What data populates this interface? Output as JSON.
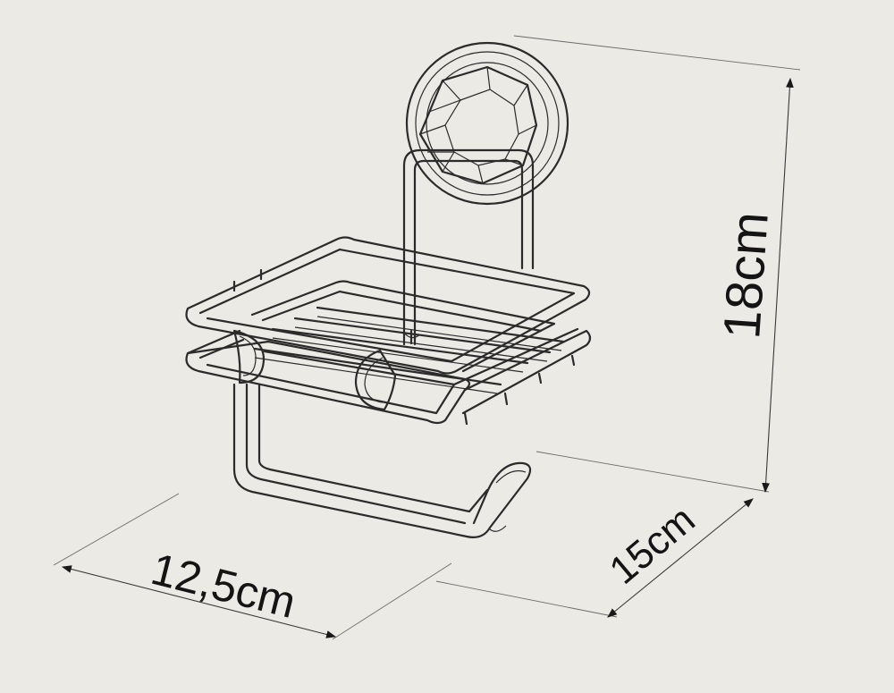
{
  "dimensions": {
    "height": "18cm",
    "depth": "15cm",
    "width": "12,5cm"
  },
  "colors": {
    "background": "#ebeae5",
    "line": "#2b2b2b",
    "text": "#141414"
  }
}
